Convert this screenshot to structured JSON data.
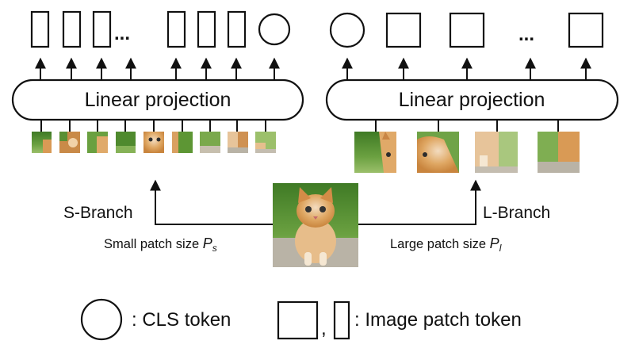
{
  "left_branch": {
    "projection_label": "Linear projection",
    "branch_label": "S-Branch",
    "patch_size_label": "Small patch size",
    "patch_symbol": "P",
    "patch_subscript": "s",
    "ellipsis": "..."
  },
  "right_branch": {
    "projection_label": "Linear projection",
    "branch_label": "L-Branch",
    "patch_size_label": "Large patch size",
    "patch_symbol": "P",
    "patch_subscript": "l",
    "ellipsis": "..."
  },
  "legend": {
    "cls_label": ": CLS token",
    "separator": ",",
    "patch_label": ": Image patch token"
  },
  "colors": {
    "stroke": "#111111",
    "background": "#ffffff",
    "grass": "#4f8a2e",
    "fur": "#d99a55",
    "stone": "#b9b3a6"
  }
}
